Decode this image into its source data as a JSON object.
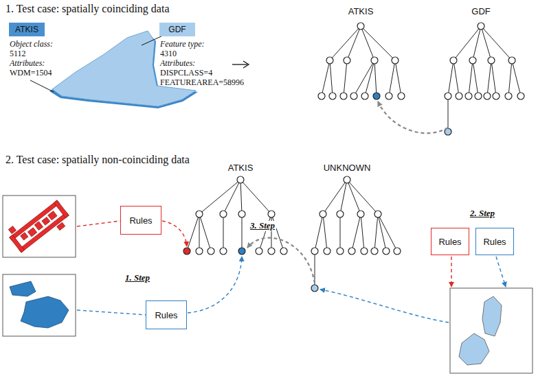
{
  "diagram": {
    "nodes": [
      {
        "text": [
          "ATKIS"
        ]
      },
      {
        "text": [
          "GDF"
        ]
      },
      {
        "text": [
          "Rules"
        ]
      },
      {
        "text": [
          "Rules"
        ]
      },
      {
        "text": [
          "Rules"
        ]
      },
      {
        "text": [
          "Rules"
        ]
      }
    ],
    "labels": [
      "1. Test case: spatially coinciding data",
      "Object class:",
      "5112",
      "Attributes:",
      "WDM=1504",
      "Feature type:",
      "4310",
      "Attributes:",
      "DISPCLASS=4",
      "FEATUREAREA=58996",
      "ATKIS",
      "GDF",
      "2. Test case: spatially non-coinciding data",
      "ATKIS",
      "UNKNOWN",
      "1. Step",
      "3. Step",
      "2. Step"
    ]
  }
}
